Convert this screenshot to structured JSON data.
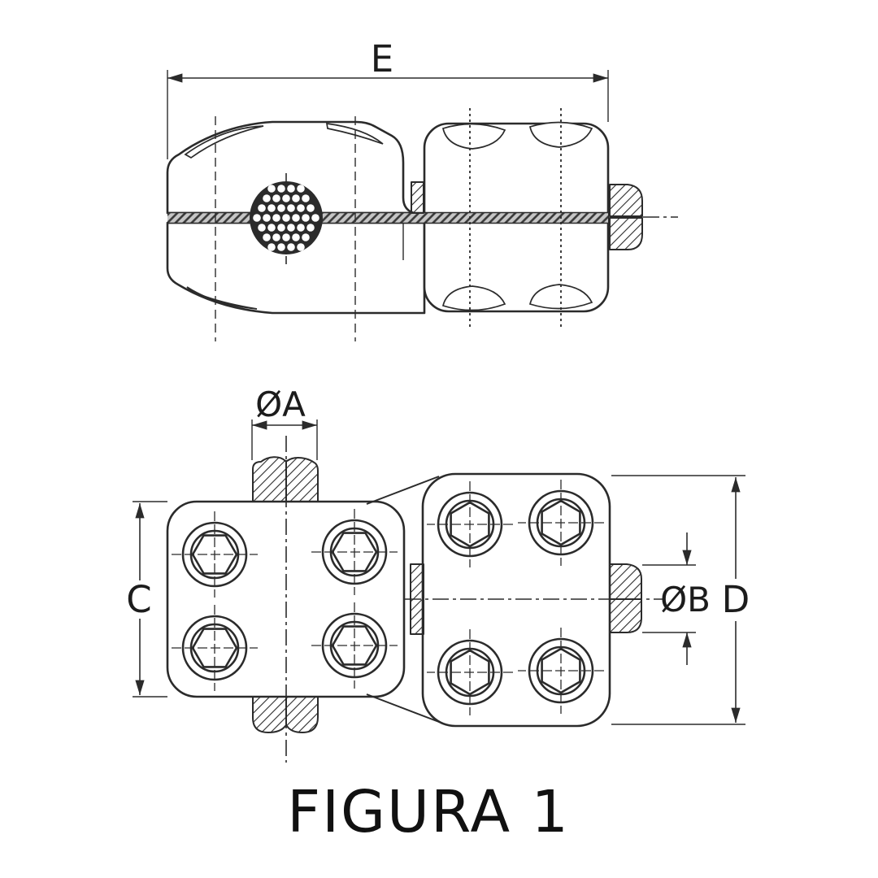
{
  "figure": {
    "caption": "FIGURA 1",
    "dimension_labels": {
      "overall_width": "E",
      "conductor_diameter": "ØA",
      "stud_diameter": "ØB",
      "left_body_height": "C",
      "right_body_height": "D"
    },
    "colors": {
      "ink": "#2b2b2b",
      "background": "#ffffff",
      "seam_gray": "#c6c6c6"
    }
  }
}
